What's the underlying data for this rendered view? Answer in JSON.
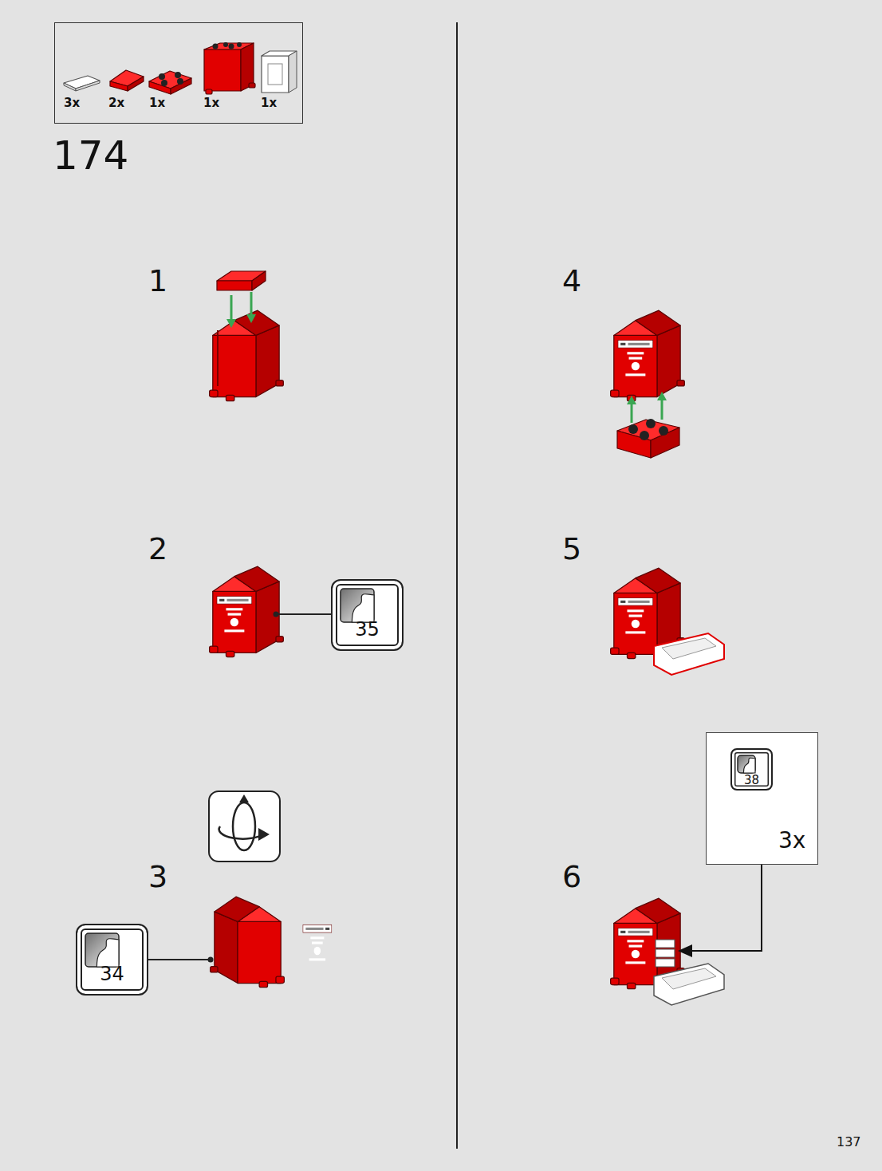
{
  "diagram": {
    "nodes": [
      {
        "text": [
          "3x",
          "2x",
          "1x",
          "1x",
          "1x"
        ]
      },
      {
        "text": [
          "35"
        ]
      },
      {
        "text": [
          "34"
        ]
      },
      {
        "text": [
          "3x"
        ]
      },
      {
        "text": [
          "38"
        ],
        "in": 3
      }
    ],
    "labels": [
      "174",
      "1",
      "2",
      "3",
      "4",
      "5",
      "6",
      "137"
    ]
  }
}
